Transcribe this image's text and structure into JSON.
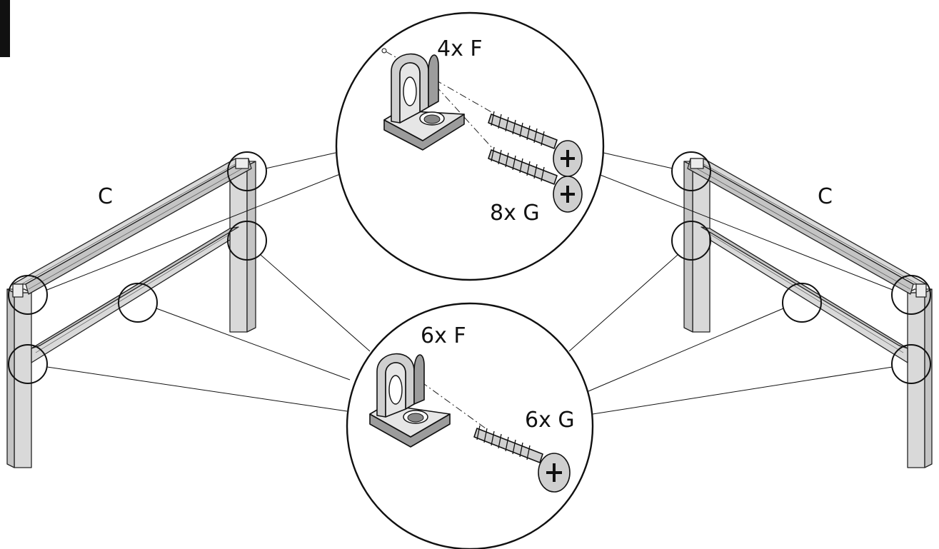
{
  "labels": {
    "left_part": "C",
    "right_part": "C",
    "top_bracket_qty": "4x F",
    "top_screw_qty": "8x G",
    "bottom_bracket_qty": "6x F",
    "bottom_screw_qty": "6x G"
  },
  "colors": {
    "wood_fill": "#d9d9d9",
    "outline": "#111111",
    "metal_fill": "#cfcfcf"
  },
  "icons": {
    "page_marker": "black-corner-tab",
    "bracket": "angle-bracket-icon",
    "screw": "wood-screw-icon"
  }
}
